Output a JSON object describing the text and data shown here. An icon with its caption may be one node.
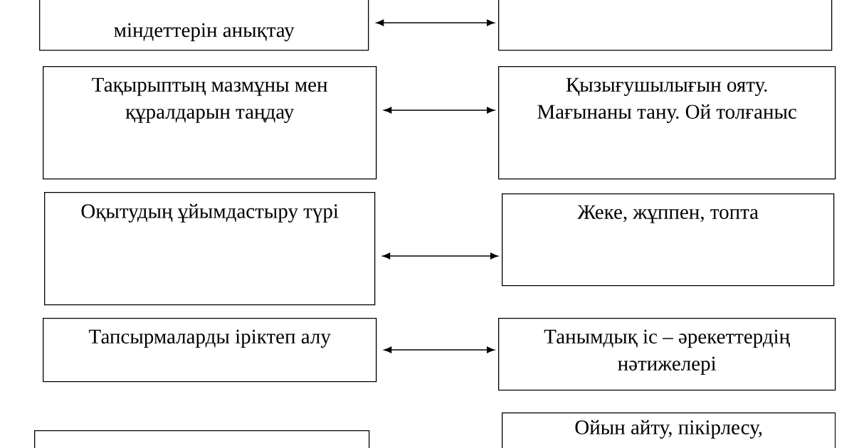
{
  "diagram": {
    "nodes": [
      {
        "text": [
          "міндеттерін анықтау"
        ]
      },
      {
        "text": [],
        "shape": "box"
      },
      {
        "text": [
          "Тақырыптың мазмұны мен құралдарын таңдау"
        ]
      },
      {
        "text": [
          "Қызығушылығын ояту. Мағынаны тану. Ой толғаныс"
        ]
      },
      {
        "text": [
          "Оқытудың ұйымдастыру түрі"
        ]
      },
      {
        "text": [
          "Жеке, жұппен, топта"
        ]
      },
      {
        "text": [
          "Тапсырмаларды іріктеп алу"
        ]
      },
      {
        "text": [
          "Танымдық іс – әрекеттердің нәтижелері"
        ]
      },
      {
        "text": [],
        "shape": "box"
      },
      {
        "text": [
          "Ойын айту, пікірлесу,"
        ]
      }
    ],
    "edges": [
      {
        "from": 0,
        "to": 1,
        "arrow": "both"
      },
      {
        "from": 2,
        "to": 3,
        "arrow": "both"
      },
      {
        "from": 4,
        "to": 5,
        "arrow": "both"
      },
      {
        "from": 6,
        "to": 7,
        "arrow": "both"
      }
    ]
  }
}
